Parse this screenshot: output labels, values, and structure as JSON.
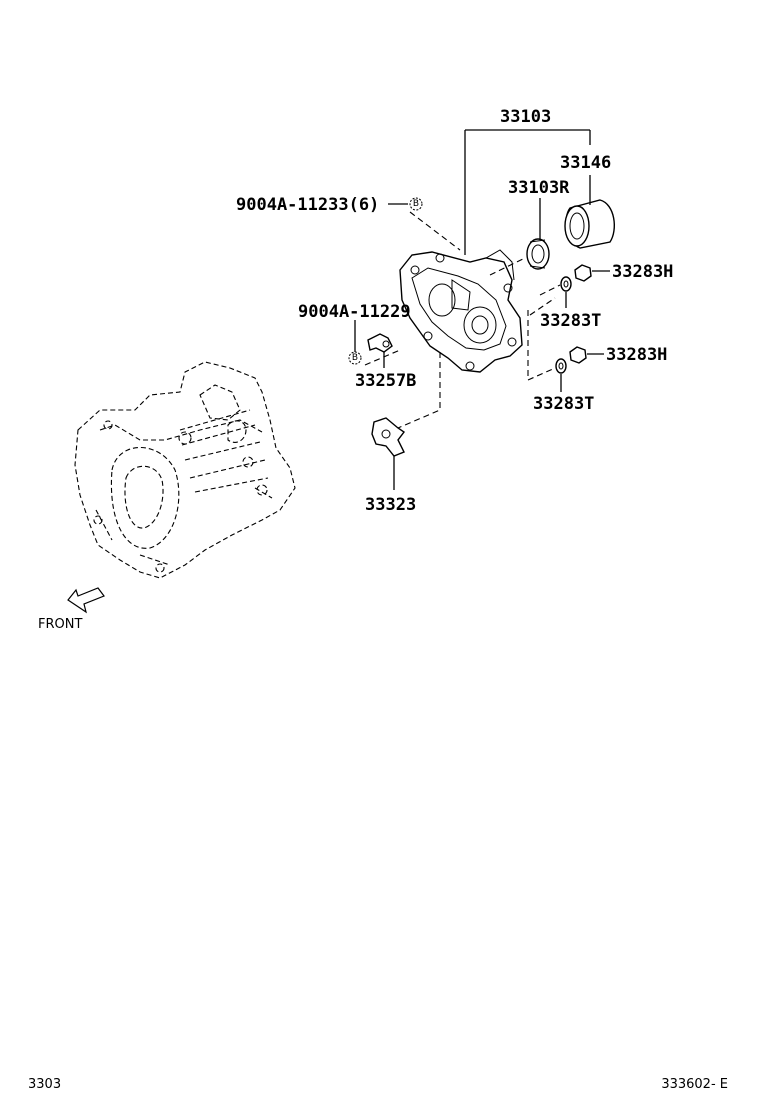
{
  "diagram": {
    "parts": {
      "p33103": "33103",
      "p33146": "33146",
      "p33103R": "33103R",
      "p33283H_upper": "33283H",
      "p33283T_upper": "33283T",
      "p33283H_lower": "33283H",
      "p33283T_lower": "33283T",
      "p9004A_11233": "9004A-11233(6)",
      "p9004A_11229": "9004A-11229",
      "p33257B": "33257B",
      "p33323": "33323"
    },
    "badge": "B",
    "front_label": "FRONT",
    "footer": {
      "left": "3303",
      "right": "333602- E"
    }
  }
}
